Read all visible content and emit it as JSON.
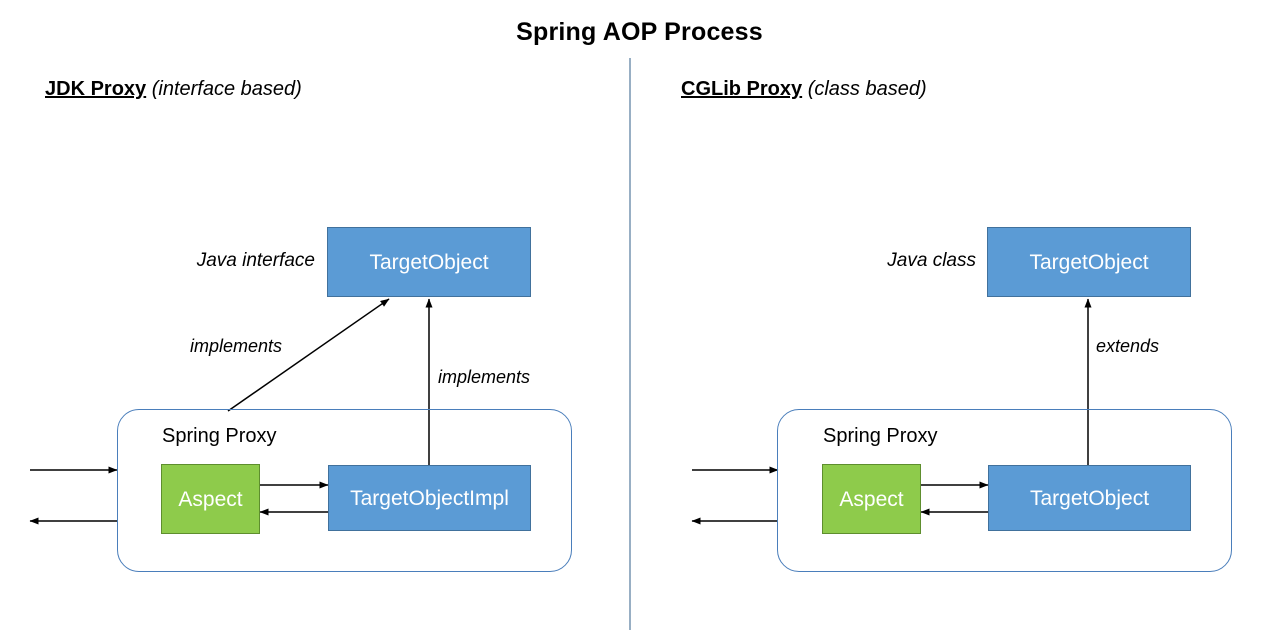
{
  "page": {
    "title": "Spring AOP Process",
    "background_color": "#ffffff",
    "divider": {
      "name": "vertical-divider",
      "color": "#7F9BB5"
    }
  },
  "colors": {
    "blue_fill": "#5B9BD5",
    "blue_stroke": "#41719C",
    "green_fill": "#8ECB4B",
    "green_stroke": "#5E8E2E",
    "proxy_stroke": "#4A7EBB",
    "arrow": "#000000",
    "text": "#000000",
    "node_text": "#ffffff"
  },
  "left": {
    "heading_name": "JDK Proxy",
    "heading_sub": "(interface based)",
    "type_label": "Java interface",
    "top_node": "TargetObject",
    "edge_label_diagonal": "implements",
    "edge_label_vertical": "implements",
    "proxy_title": "Spring Proxy",
    "aspect": "Aspect",
    "target_impl": "TargetObjectImpl"
  },
  "right": {
    "heading_name": "CGLib Proxy",
    "heading_sub": "(class based)",
    "type_label": "Java class",
    "top_node": "TargetObject",
    "edge_label_vertical": "extends",
    "proxy_title": "Spring Proxy",
    "aspect": "Aspect",
    "target": "TargetObject"
  }
}
